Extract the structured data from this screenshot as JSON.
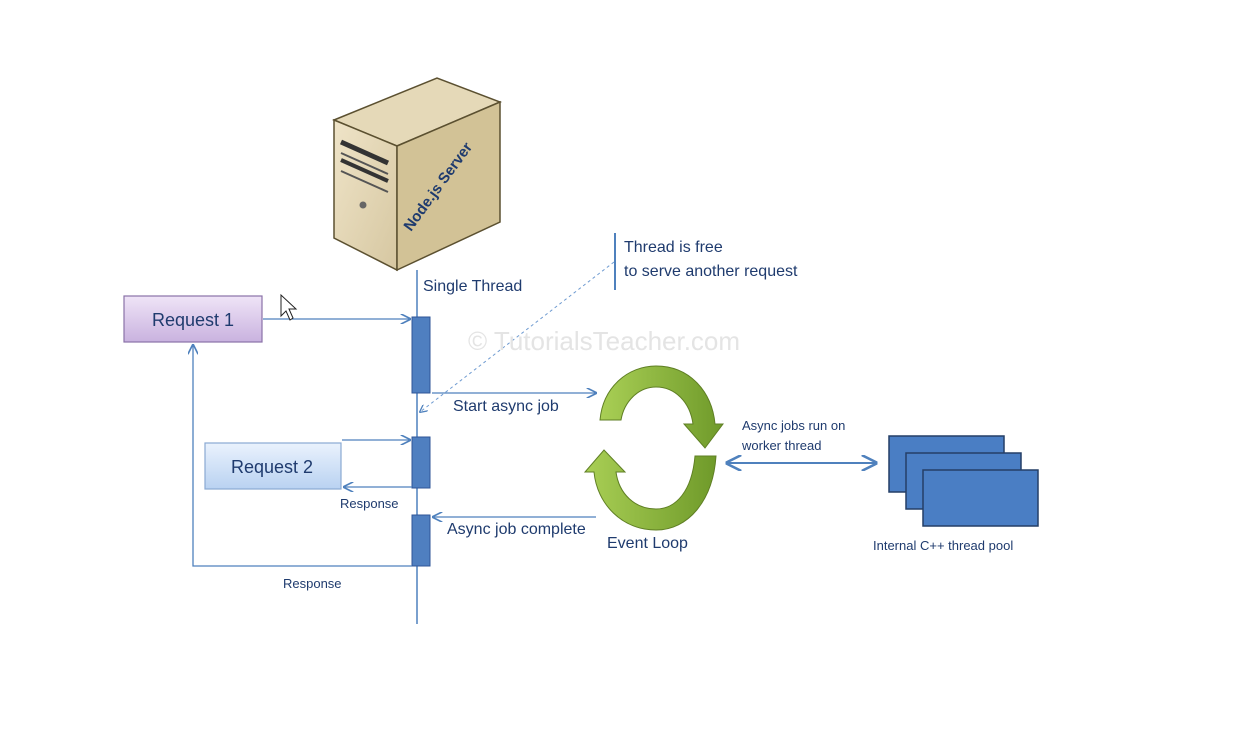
{
  "server": {
    "label": "Node.js Server"
  },
  "thread": {
    "label": "Single Thread"
  },
  "note": {
    "line1": "Thread is free",
    "line2": "to serve another request"
  },
  "watermark": "© TutorialsTeacher.com",
  "request1": {
    "label": "Request 1"
  },
  "request2": {
    "label": "Request 2"
  },
  "start_async": "Start async job",
  "async_complete": "Async job complete",
  "response_short": "Response",
  "response_long": "Response",
  "event_loop": "Event Loop",
  "worker": {
    "line1": "Async jobs run on",
    "line2": "worker thread"
  },
  "thread_pool": "Internal C++ thread pool",
  "colors": {
    "line": "#4f81bd",
    "bar": "#4f7fc0",
    "text": "#1f3b6e",
    "request1_fill": "#d9c7ea",
    "request2_fill": "#cfe0f7",
    "loop_green": "#8bb33f",
    "pool_blue": "#4a7ec4"
  }
}
